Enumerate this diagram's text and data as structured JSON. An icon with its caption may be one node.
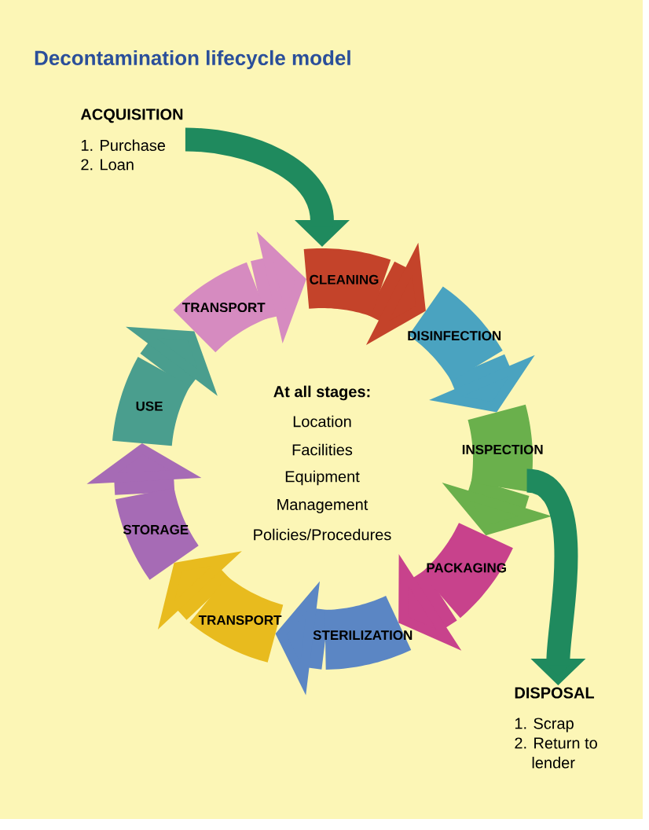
{
  "diagram": {
    "title": "Decontamination lifecycle model",
    "nodes": [
      {
        "text": [
          "ACQUISITION",
          "1. Purchase",
          "2. Loan"
        ]
      },
      {
        "text": [
          "TRANSPORT"
        ]
      },
      {
        "text": [
          "CLEANING"
        ]
      },
      {
        "text": [
          "DISINFECTION"
        ]
      },
      {
        "text": [
          "INSPECTION"
        ]
      },
      {
        "text": [
          "PACKAGING"
        ]
      },
      {
        "text": [
          "STERILIZATION"
        ]
      },
      {
        "text": [
          "TRANSPORT"
        ]
      },
      {
        "text": [
          "STORAGE"
        ]
      },
      {
        "text": [
          "USE"
        ]
      },
      {
        "text": [
          "DISPOSAL",
          "1. Scrap",
          "2. Return to lender"
        ]
      }
    ],
    "edges": [
      {
        "from": 0,
        "to": 2,
        "arrow": "to",
        "color": "#1f8a5e"
      },
      {
        "from": 4,
        "to": 10,
        "arrow": "to",
        "color": "#1f8a5e"
      },
      {
        "from": 1,
        "to": 2,
        "arrow": "to",
        "color": "#d68bc0"
      },
      {
        "from": 2,
        "to": 3,
        "arrow": "to",
        "color": "#c4432a"
      },
      {
        "from": 3,
        "to": 4,
        "arrow": "to",
        "color": "#4aa3c0"
      },
      {
        "from": 4,
        "to": 5,
        "arrow": "to",
        "color": "#6ab04c"
      },
      {
        "from": 5,
        "to": 6,
        "arrow": "to",
        "color": "#c8428c"
      },
      {
        "from": 6,
        "to": 7,
        "arrow": "to",
        "color": "#5b86c4"
      },
      {
        "from": 7,
        "to": 8,
        "arrow": "to",
        "color": "#e8bb1e"
      },
      {
        "from": 8,
        "to": 9,
        "arrow": "to",
        "color": "#a66bb5"
      },
      {
        "from": 9,
        "to": 1,
        "arrow": "to",
        "color": "#4a9e8e"
      }
    ],
    "labels": [
      "At all stages:",
      "Location",
      "Facilities",
      "Equipment",
      "Management",
      "Policies/Procedures"
    ]
  }
}
